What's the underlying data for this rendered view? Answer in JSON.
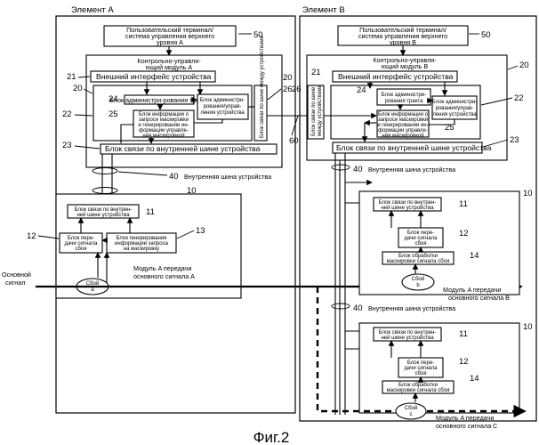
{
  "element_a": {
    "title": "Элемент A",
    "terminal": [
      "Пользовательский терминал/",
      "система управления верхнего",
      "уровня A"
    ],
    "ctrl_module": [
      "Контрольно-управля-",
      "ющий модуль A"
    ],
    "ext_iface": "Внешний интерфейс устройства",
    "path_admin": "Блок администри-рования тракта",
    "dev_admin": [
      "Блок администри-",
      "рования/управ-",
      "ления устройства"
    ],
    "mask_info": [
      "Блок информации о",
      "запросе маскировки",
      "и генерировании ин-",
      "формации управле-",
      "ния маскировкой"
    ],
    "inter_bus": "Блок связи по шине между устройствами",
    "int_bus": "Блок связи по внутренней шине устройства",
    "bus_label": "Внутренняя шина устройства",
    "mod_int_bus": [
      "Блок связи по внутрен-",
      "ней шине устройства"
    ],
    "fault_tx": [
      "Блок пере-",
      "дачи сигнала",
      "сбоя"
    ],
    "mask_gen": [
      "Блок генерирования",
      "информации запроса",
      "на маскировку"
    ],
    "fault": [
      "Сбой",
      "a"
    ],
    "module_title": [
      "Модуль A передачи",
      "основного сигнала A"
    ]
  },
  "element_b": {
    "title": "Элемент B",
    "terminal": [
      "Пользовательский терминал/",
      "система управления верхнего",
      "уровня B"
    ],
    "ctrl_module": [
      "Контрольно-управля-",
      "ющий модуль B"
    ],
    "ext_iface": "Внешний интерфейс устройства",
    "path_admin": [
      "Блок администри-",
      "рования тракта"
    ],
    "dev_admin": [
      "Блок администри-",
      "рования/управ-",
      "ления устройства"
    ],
    "mask_info": [
      "Блок информации о",
      "запросе маскировки",
      "и генерировании ин-",
      "формации управле-",
      "ния маскировкой"
    ],
    "inter_bus": [
      "Блок связи по шине",
      "между устройствами"
    ],
    "int_bus": "Блок связи по внутренней шине устройства",
    "bus_label_1": "Внутренняя шина устройства",
    "bus_label_2": "Внутренняя шина устройства",
    "module_b": {
      "int_bus": [
        "Блок связи по внутрен-",
        "ней шине устройства"
      ],
      "fault_tx": [
        "Блок пере-",
        "дачи сигнала",
        "сбоя"
      ],
      "mask_proc": [
        "Блок обработки",
        "маскировки сигнала сбоя"
      ],
      "fault": [
        "Сбой",
        "b"
      ],
      "title": [
        "Модуль A передачи",
        "основного сигнала B"
      ]
    },
    "module_c": {
      "int_bus": [
        "Блок связи по внутрен-",
        "ней шине устройства"
      ],
      "fault_tx": [
        "Блок пере-",
        "дачи сигнала",
        "сбоя"
      ],
      "mask_proc": [
        "Блок обработки",
        "маскировки сигнала сбоя"
      ],
      "fault": [
        "Сбой",
        "c"
      ],
      "title": [
        "Модуль A передачи",
        "основного сигнала C"
      ]
    }
  },
  "main_signal": [
    "Основной",
    "сигнал"
  ],
  "refs": {
    "r10": "10",
    "r11": "11",
    "r12": "12",
    "r13": "13",
    "r14": "14",
    "r20": "20",
    "r21": "21",
    "r22": "22",
    "r23": "23",
    "r24": "24",
    "r25": "25",
    "r26": "26",
    "r40": "40",
    "r50": "50",
    "r60": "60"
  },
  "figure_caption": "Фиг.2"
}
